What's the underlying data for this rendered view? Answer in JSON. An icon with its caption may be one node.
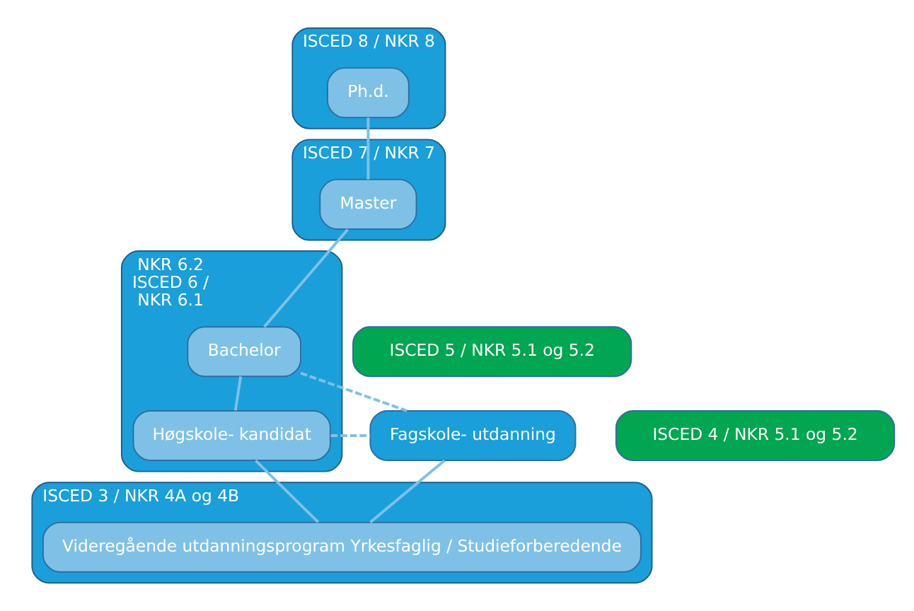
{
  "diagram": {
    "nodes": [
      {
        "text": [
          "ISCED 8 / NKR 8"
        ]
      },
      {
        "text": [
          "Ph.d."
        ],
        "in": 0
      },
      {
        "text": [
          "ISCED 7 / NKR 7"
        ]
      },
      {
        "text": [
          "Master"
        ],
        "in": 2
      },
      {
        "text": [
          "NKR 6.2",
          "ISCED 6 /",
          "NKR 6.1"
        ]
      },
      {
        "text": [
          "Bachelor"
        ],
        "in": 4
      },
      {
        "text": [
          "Høgskole- kandidat"
        ],
        "in": 4
      },
      {
        "text": [
          "ISCED 5 / NKR 5.1 og 5.2"
        ]
      },
      {
        "text": [
          "ISCED 4 / NKR 5.1 og 5.2"
        ]
      },
      {
        "text": [
          "Fagskole- utdanning"
        ]
      },
      {
        "text": [
          "ISCED 3 / NKR 4A og 4B"
        ]
      },
      {
        "text": [
          "Videregående utdanningsprogram Yrkesfaglig / Studieforberedende"
        ],
        "in": 10
      }
    ],
    "edges": [
      {
        "from": 1,
        "to": 3,
        "arrow": "none"
      },
      {
        "from": 3,
        "to": 5,
        "arrow": "none"
      },
      {
        "from": 5,
        "to": 6,
        "arrow": "none"
      },
      {
        "from": 6,
        "to": 11,
        "arrow": "none"
      },
      {
        "from": 5,
        "to": 9,
        "arrow": "none",
        "style": "dashed"
      },
      {
        "from": 6,
        "to": 9,
        "arrow": "none",
        "style": "dashed"
      },
      {
        "from": 9,
        "to": 11,
        "arrow": "none"
      }
    ]
  }
}
